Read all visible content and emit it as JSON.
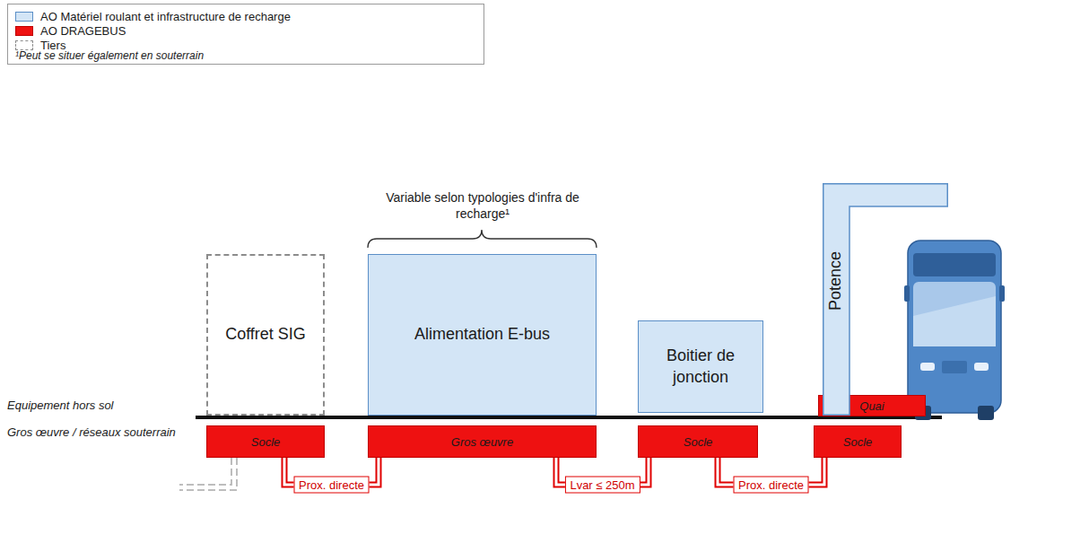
{
  "diagram": {
    "nodes": [
      {
        "text": [
          "Coffret SIG"
        ]
      },
      {
        "text": [
          "Alimentation E-bus"
        ]
      },
      {
        "text": [
          "Boitier de jonction"
        ]
      },
      {
        "text": [
          "Potence"
        ]
      },
      {
        "text": [
          "Quai"
        ]
      },
      {
        "text": [
          "Socle"
        ]
      },
      {
        "text": [
          "Gros œuvre"
        ]
      },
      {
        "text": [
          "Socle"
        ]
      },
      {
        "text": [
          "Socle"
        ]
      }
    ],
    "edges": [
      {
        "from": 5,
        "to": 6,
        "label": "Prox. directe",
        "arrow": "none"
      },
      {
        "from": 6,
        "to": 7,
        "label": "Lvar ≤ 250m",
        "arrow": "none"
      },
      {
        "from": 7,
        "to": 8,
        "label": "Prox. directe",
        "arrow": "none"
      }
    ],
    "labels": [
      "¹Peut se situer également en souterrain",
      "Variable selon typologies d'infra de recharge¹",
      "Equipement hors sol",
      "Gros œuvre / réseaux souterrain"
    ],
    "legend": [
      {
        "text": "AO Matériel roulant et infrastructure de recharge",
        "color": "#d3e5f6"
      },
      {
        "text": "AO DRAGEBUS",
        "color": "#ee1111"
      },
      {
        "text": "Tiers"
      }
    ]
  }
}
